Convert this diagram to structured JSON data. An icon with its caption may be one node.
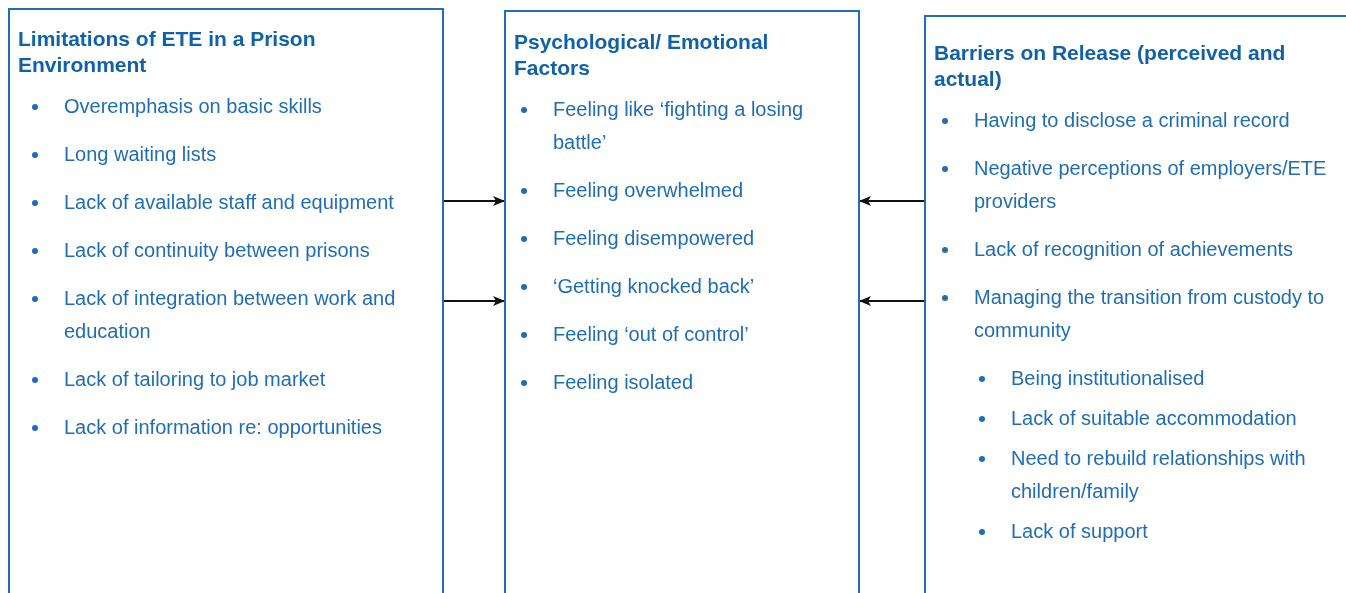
{
  "diagram": {
    "nodes": [
      {
        "text": [
          "Limitations of ETE in a Prison Environment",
          "Overemphasis on basic skills",
          "Long waiting lists",
          "Lack of available staff and equipment",
          "Lack of continuity between prisons",
          "Lack of integration between work and education",
          "Lack of tailoring to job market",
          "Lack of information re: opportunities"
        ]
      },
      {
        "text": [
          "Psychological/ Emotional Factors",
          "Feeling like ‘fighting a losing battle’",
          "Feeling overwhelmed",
          "Feeling disempowered",
          "‘Getting knocked back’",
          "Feeling ‘out of control’",
          "Feeling isolated"
        ]
      },
      {
        "text": [
          "Barriers on Release (perceived and actual)",
          "Having to disclose a criminal record",
          "Negative perceptions of employers/ETE providers",
          "Lack of recognition of achievements",
          "Managing the transition from custody to community",
          "Being institutionalised",
          "Lack of suitable accommodation",
          "Need to rebuild relationships with children/family",
          "Lack of support"
        ]
      }
    ],
    "edges": [
      {
        "from": 0,
        "to": 1,
        "arrow": "to"
      },
      {
        "from": 0,
        "to": 1,
        "arrow": "to"
      },
      {
        "from": 2,
        "to": 1,
        "arrow": "to"
      },
      {
        "from": 2,
        "to": 1,
        "arrow": "to"
      }
    ]
  }
}
